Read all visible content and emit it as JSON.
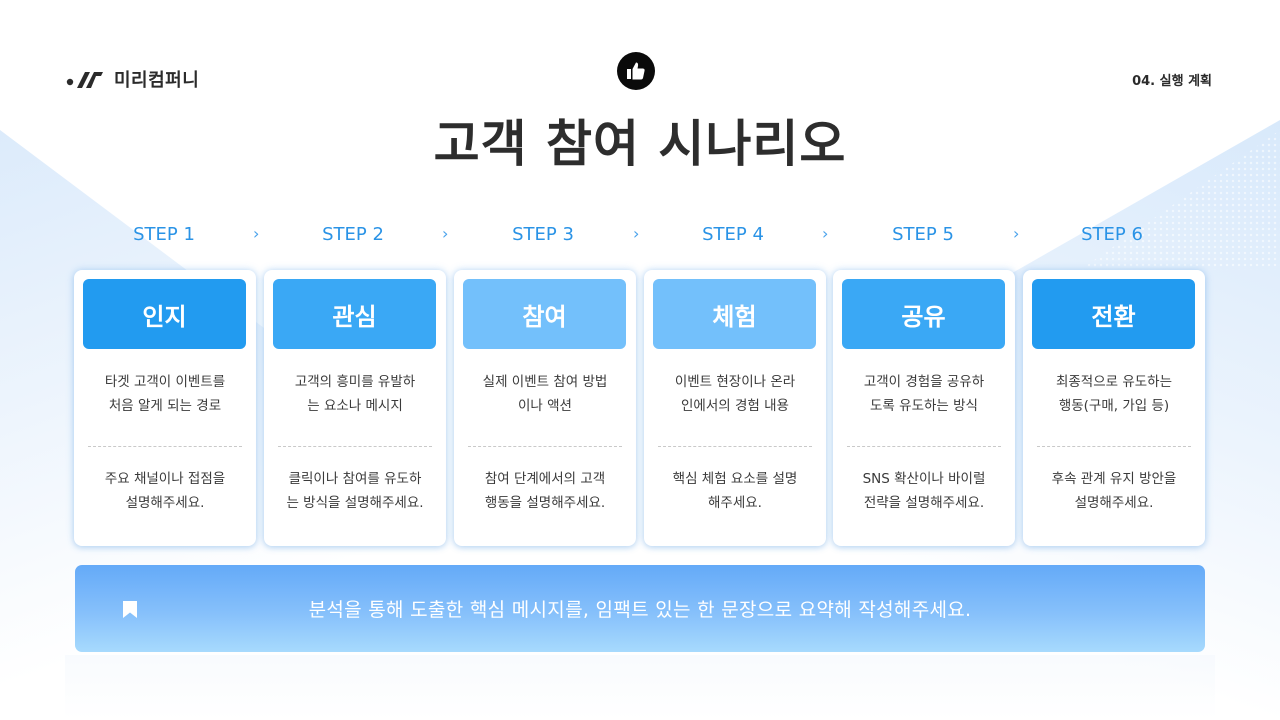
{
  "header": {
    "company_name": "미리컴퍼니",
    "section_label": "04. 실행 계획",
    "top_icon": "thumbs-up-icon",
    "title": "고객 참여 시나리오"
  },
  "steps": [
    {
      "step_label": "STEP 1",
      "title": "인지",
      "color": "#229bf0",
      "description": "타겟 고객이 이벤트를\n처음 알게 되는 경로",
      "note": "주요 채널이나 접점을\n설명해주세요."
    },
    {
      "step_label": "STEP 2",
      "title": "관심",
      "color": "#3aa8f5",
      "description": "고객의 흥미를 유발하\n는 요소나 메시지",
      "note": "클릭이나 참여를 유도하\n는 방식을 설명해주세요."
    },
    {
      "step_label": "STEP 3",
      "title": "참여",
      "color": "#73c0fb",
      "description": "실제 이벤트 참여 방법\n이나 액션",
      "note": "참여 단계에서의 고객\n행동을 설명해주세요."
    },
    {
      "step_label": "STEP 4",
      "title": "체험",
      "color": "#73c0fb",
      "description": "이벤트 현장이나 온라\n인에서의 경험 내용",
      "note": "핵심 체험 요소를 설명\n해주세요."
    },
    {
      "step_label": "STEP 5",
      "title": "공유",
      "color": "#3aa8f5",
      "description": "고객이 경험을 공유하\n도록 유도하는 방식",
      "note": "SNS 확산이나 바이럴\n전략을 설명해주세요."
    },
    {
      "step_label": "STEP 6",
      "title": "전환",
      "color": "#229bf0",
      "description": "최종적으로 유도하는\n행동(구매, 가입 등)",
      "note": "후속 관계 유지 방안을\n설명해주세요."
    }
  ],
  "step_arrow": "›",
  "summary": {
    "icon": "bookmark-icon",
    "text": "분석을 통해 도출한 핵심 메시지를, 임팩트 있는 한 문장으로 요약해 작성해주세요."
  },
  "colors": {
    "accent": "#2a93e6",
    "title_text": "#2d2d2d",
    "summary_gradient_top": "#64aaf8",
    "summary_gradient_bottom": "#a7dafd"
  }
}
